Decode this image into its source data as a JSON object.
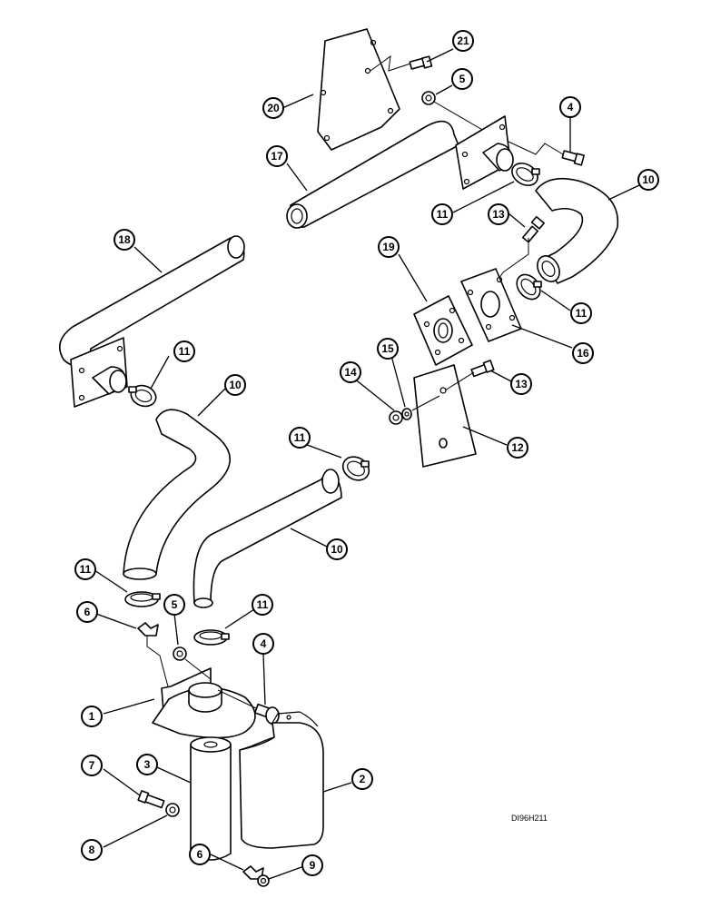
{
  "drawing_code": "DI96H211",
  "callouts": [
    {
      "id": "c1",
      "label": "1"
    },
    {
      "id": "c2",
      "label": "2"
    },
    {
      "id": "c3",
      "label": "3"
    },
    {
      "id": "c4a",
      "label": "4"
    },
    {
      "id": "c4b",
      "label": "4"
    },
    {
      "id": "c5a",
      "label": "5"
    },
    {
      "id": "c5b",
      "label": "5"
    },
    {
      "id": "c6a",
      "label": "6"
    },
    {
      "id": "c6b",
      "label": "6"
    },
    {
      "id": "c7",
      "label": "7"
    },
    {
      "id": "c8",
      "label": "8"
    },
    {
      "id": "c9",
      "label": "9"
    },
    {
      "id": "c10a",
      "label": "10"
    },
    {
      "id": "c10b",
      "label": "10"
    },
    {
      "id": "c10c",
      "label": "10"
    },
    {
      "id": "c11a",
      "label": "11"
    },
    {
      "id": "c11b",
      "label": "11"
    },
    {
      "id": "c11c",
      "label": "11"
    },
    {
      "id": "c11d",
      "label": "11"
    },
    {
      "id": "c11e",
      "label": "11"
    },
    {
      "id": "c11f",
      "label": "11"
    },
    {
      "id": "c12",
      "label": "12"
    },
    {
      "id": "c13a",
      "label": "13"
    },
    {
      "id": "c13b",
      "label": "13"
    },
    {
      "id": "c14",
      "label": "14"
    },
    {
      "id": "c15",
      "label": "15"
    },
    {
      "id": "c16",
      "label": "16"
    },
    {
      "id": "c17",
      "label": "17"
    },
    {
      "id": "c18",
      "label": "18"
    },
    {
      "id": "c19",
      "label": "19"
    },
    {
      "id": "c20",
      "label": "20"
    },
    {
      "id": "c21",
      "label": "21"
    }
  ]
}
